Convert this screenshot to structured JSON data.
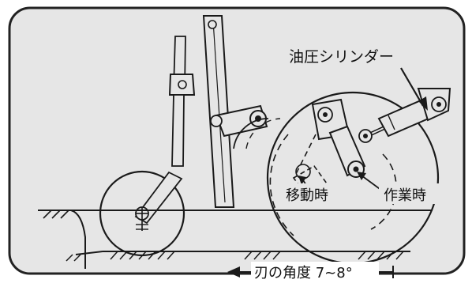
{
  "labels": {
    "cylinder": "油圧シリンダー",
    "moving": "移動時",
    "working": "作業時",
    "blade_angle": "刃の角度 7~8°"
  },
  "colors": {
    "line": "#1a1a1a",
    "fill": "#e6e6e6",
    "shade": "#bdbdbd",
    "frame": "#222222",
    "background": "#ffffff"
  }
}
